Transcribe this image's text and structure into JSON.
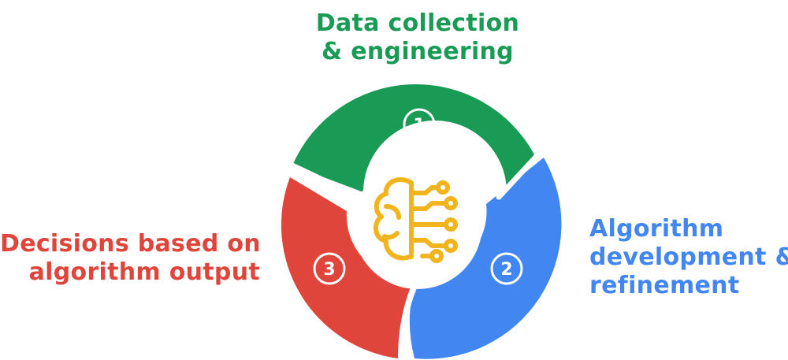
{
  "colors": {
    "green": "#1a9b55",
    "blue": "#4287f1",
    "red": "#df453a",
    "brain": "#f2b41c",
    "background": "#ffffff"
  },
  "steps": [
    {
      "number": "1",
      "color_key": "green",
      "line1": "Data collection",
      "line2": "& engineering",
      "line3": ""
    },
    {
      "number": "2",
      "color_key": "blue",
      "line1": "Algorithm",
      "line2": "development &",
      "line3": "refinement"
    },
    {
      "number": "3",
      "color_key": "red",
      "line1": "Decisions based on",
      "line2": "algorithm output",
      "line3": ""
    }
  ],
  "center_icon": "brain-circuit-icon"
}
